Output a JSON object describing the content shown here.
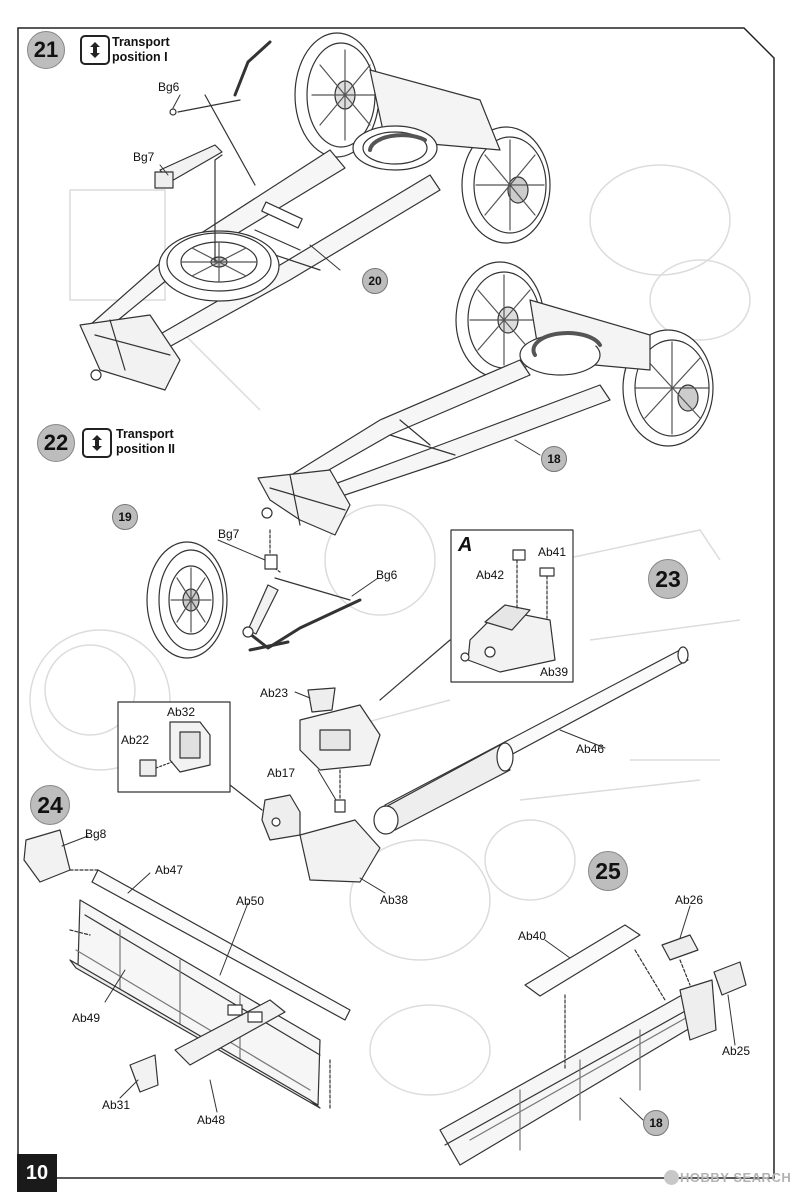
{
  "page": {
    "number": "10",
    "watermark": "HOBBY SEARCH"
  },
  "steps": [
    {
      "number": "21",
      "icon": "transport-position-icon",
      "title": "Transport\nposition I"
    },
    {
      "number": "22",
      "icon": "transport-position-icon",
      "title": "Transport\nposition II"
    },
    {
      "number": "23"
    },
    {
      "number": "24"
    },
    {
      "number": "25"
    }
  ],
  "refs": {
    "r20": "20",
    "r18a": "18",
    "r19": "19",
    "r18b": "18"
  },
  "parts": {
    "bg6a": "Bg6",
    "bg7a": "Bg7",
    "bg7b": "Bg7",
    "bg6b": "Bg6",
    "ab42": "Ab42",
    "ab41": "Ab41",
    "ab39": "Ab39",
    "ab23": "Ab23",
    "ab32": "Ab32",
    "ab22": "Ab22",
    "ab46": "Ab46",
    "ab17": "Ab17",
    "ab38": "Ab38",
    "bg8": "Bg8",
    "ab47": "Ab47",
    "ab50": "Ab50",
    "ab49": "Ab49",
    "ab31": "Ab31",
    "ab48": "Ab48",
    "ab26": "Ab26",
    "ab40": "Ab40",
    "ab25": "Ab25"
  },
  "detail_box": {
    "letter": "A"
  },
  "colors": {
    "step_fill": "#bdbdbd",
    "line": "#333333",
    "ghost": "#d6d6d6"
  }
}
